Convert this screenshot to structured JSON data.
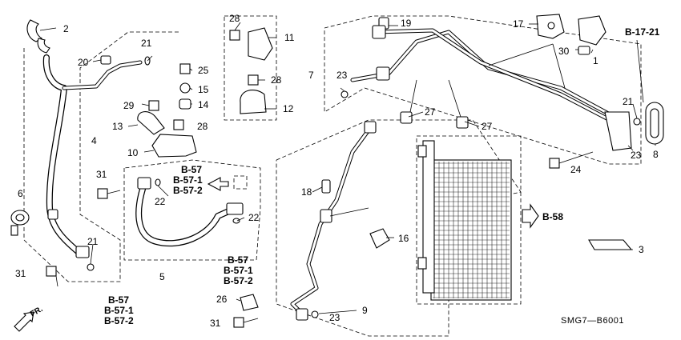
{
  "parts": {
    "p1": "1",
    "p2": "2",
    "p3": "3",
    "p4": "4",
    "p5": "5",
    "p6": "6",
    "p7": "7",
    "p8": "8",
    "p9": "9",
    "p10": "10",
    "p11": "11",
    "p12": "12",
    "p13": "13",
    "p14": "14",
    "p15": "15",
    "p16": "16",
    "p17": "17",
    "p18": "18",
    "p19": "19",
    "p20": "20",
    "p21": "21",
    "p22": "22",
    "p23": "23",
    "p24": "24",
    "p25": "25",
    "p26": "26",
    "p27": "27",
    "p28": "28",
    "p29": "29",
    "p30": "30",
    "p31": "31"
  },
  "refs": {
    "b57": "B-57",
    "b571": "B-57-1",
    "b572": "B-57-2",
    "b58": "B-58",
    "b1721": "B-17-21"
  },
  "direction": "FR.",
  "diagram_code": "SMG7—B6001"
}
